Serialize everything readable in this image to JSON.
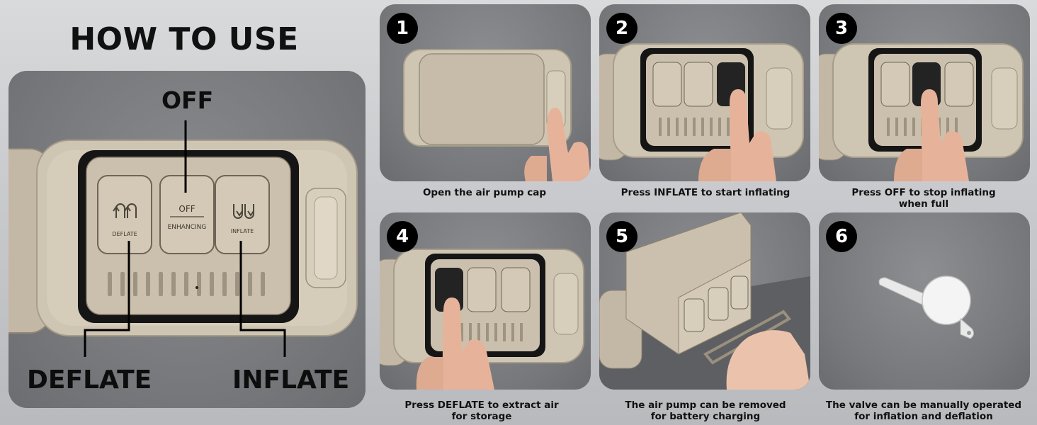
{
  "title": "HOW TO USE",
  "diagram": {
    "callouts": {
      "off": "OFF",
      "deflate": "DEFLATE",
      "inflate": "INFLATE"
    },
    "buttons": {
      "deflate": "DEFLATE",
      "off": "OFF",
      "enhancing": "ENHANCING",
      "inflate": "INFLATE"
    }
  },
  "steps": [
    {
      "number": "1",
      "caption": [
        "Open the air pump cap"
      ]
    },
    {
      "number": "2",
      "caption": [
        "Press INFLATE to start inflating"
      ]
    },
    {
      "number": "3",
      "caption": [
        "Press OFF to stop inflating",
        "when full"
      ]
    },
    {
      "number": "4",
      "caption": [
        "Press DEFLATE to extract air",
        "for storage"
      ]
    },
    {
      "number": "5",
      "caption": [
        "The air pump can be removed",
        "for battery charging"
      ]
    },
    {
      "number": "6",
      "caption": [
        "The valve can be manually operated",
        "for inflation and deflation"
      ]
    }
  ],
  "colors": {
    "housing": "#cfc5b3",
    "badge": "#000000",
    "panel": "#7a7b7e"
  }
}
